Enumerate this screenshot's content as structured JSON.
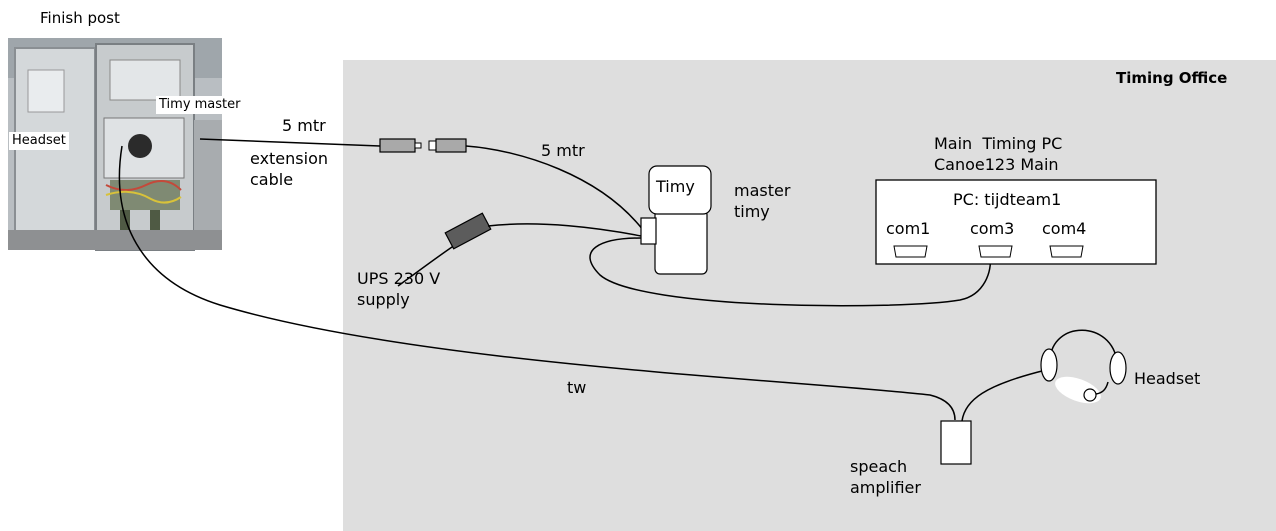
{
  "labels": {
    "finish_post": "Finish post",
    "timing_office": "Timing Office",
    "timy_master": "Timy master",
    "headset_left": "Headset",
    "extension_length": "5 mtr",
    "extension_cable": "extension\ncable",
    "cable_length": "5 mtr",
    "timy_box": "Timy",
    "master_timy": "master\ntimy",
    "main_pc_title": "Main  Timing PC\nCanoe123 Main",
    "pc_name": "PC: tijdteam1",
    "com1": "com1",
    "com3": "com3",
    "com4": "com4",
    "ups": "UPS 230 V\nsupply",
    "tw": "tw",
    "headset_right": "Headset",
    "speech_amplifier": "speach\namplifier"
  },
  "colors": {
    "office_background": "#dedede",
    "connector_fill": "#a9a9a9",
    "adapter_fill": "#5c5c5c",
    "photo_cabinet": "#c9cdcf"
  }
}
